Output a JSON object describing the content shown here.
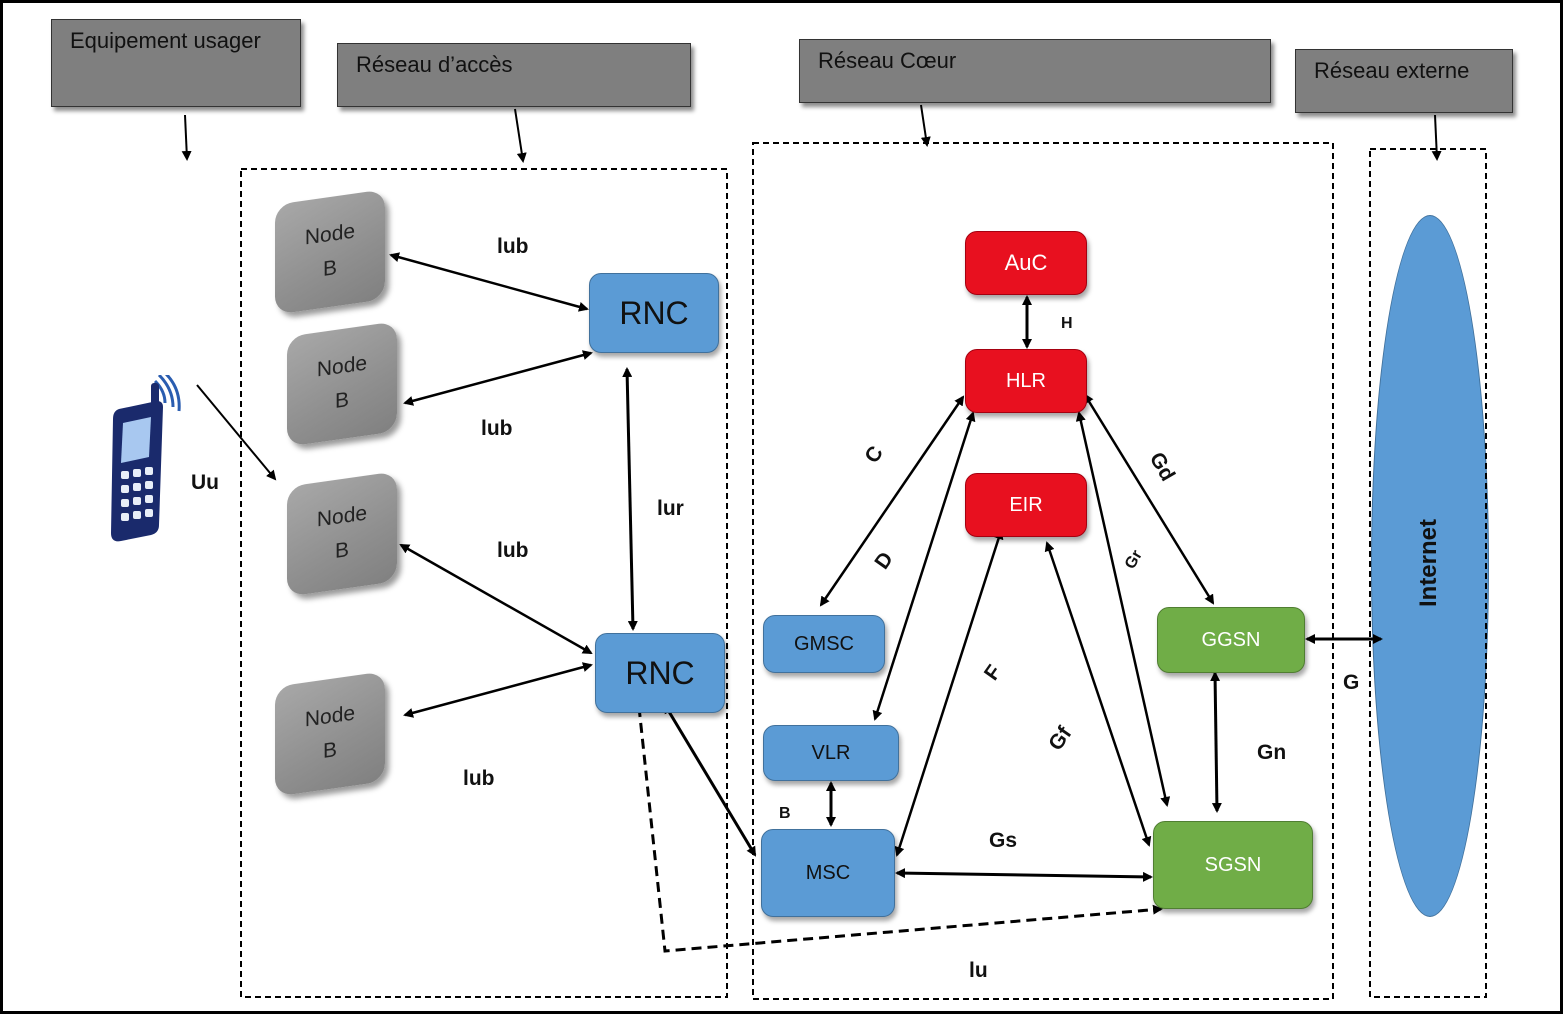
{
  "headers": {
    "user_equipment": "Equipement usager",
    "access_network": "Réseau d’accès",
    "core_network": "Réseau Cœur",
    "external_network": "Réseau externe"
  },
  "nodes": {
    "node_b_1": {
      "line1": "Node",
      "line2": "B"
    },
    "node_b_2": {
      "line1": "Node",
      "line2": "B"
    },
    "node_b_3": {
      "line1": "Node",
      "line2": "B"
    },
    "node_b_4": {
      "line1": "Node",
      "line2": "B"
    },
    "rnc_1": "RNC",
    "rnc_2": "RNC",
    "auc": "AuC",
    "hlr": "HLR",
    "eir": "EIR",
    "gmsc": "GMSC",
    "vlr": "VLR",
    "msc": "MSC",
    "ggsn": "GGSN",
    "sgsn": "SGSN",
    "internet": "Internet"
  },
  "interfaces": {
    "uu": "Uu",
    "iub_1": "lub",
    "iub_2": "lub",
    "iub_3": "lub",
    "iub_4": "lub",
    "iur": "lur",
    "iu": "lu",
    "h": "H",
    "c": "C",
    "d": "D",
    "f": "F",
    "gf": "Gf",
    "gr": "Gr",
    "gd": "Gd",
    "gs": "Gs",
    "gn": "Gn",
    "g": "G",
    "b": "B"
  },
  "colors": {
    "blue_node": "#5b9bd5",
    "red_node": "#e8101f",
    "green_node": "#70ad47",
    "header_grey": "#7f7f7f",
    "node_b_grey": "#9a9a9a"
  }
}
